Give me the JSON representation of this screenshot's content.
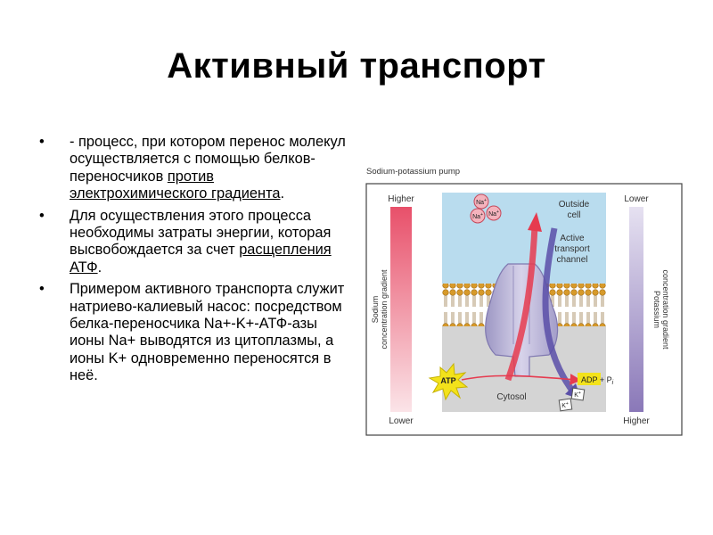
{
  "slide": {
    "title": "Активный транспорт",
    "bullet_char": "•",
    "bullets": [
      {
        "text_1": "- процесс, при котором перенос молекул осуществляется с помощью белков-переносчиков ",
        "underlined": "против электрохимического градиента",
        "text_2": "."
      },
      {
        "text_1": "Для осуществления этого процесса необходимы затраты энергии, которая высвобождается за счет ",
        "underlined": "расщепления АТФ",
        "text_2": "."
      },
      {
        "text_1": "Примером активного транспорта служит натриево-калиевый насос: посредством белка-переносчика Na+-K+-АТФ-азы ионы Na+ выводятся из цитоплазмы, а ионы K+ одновременно переносятся в неё."
      }
    ]
  },
  "figure": {
    "caption": "Sodium-potassium pump",
    "left_bar": {
      "top": "Higher",
      "bottom": "Lower",
      "label_1": "Sodium",
      "label_2": "concentration gradient"
    },
    "right_bar": {
      "top": "Lower",
      "bottom": "Higher",
      "label_1": "Potassium",
      "label_2": "concentration gradient"
    },
    "outside_label": [
      "Outside",
      "cell"
    ],
    "channel_label": [
      "Active",
      "transport",
      "channel"
    ],
    "cytosol_label": "Cytosol",
    "atp_label": "ATP",
    "adp_label": "ADP + P",
    "adp_sub": "i",
    "na_ion": "Na",
    "k_ion": "K",
    "ion_charge": "+",
    "colors": {
      "sodium_bar": "#e8506a",
      "potassium_bar": "#8a78b8",
      "outside_bg": "#b9dcee",
      "cytosol_bg": "#d4d4d4",
      "pump": "#b6b0d6",
      "sodium_arrow": "#e63b4f",
      "potassium_arrow": "#5a4fa8"
    }
  }
}
